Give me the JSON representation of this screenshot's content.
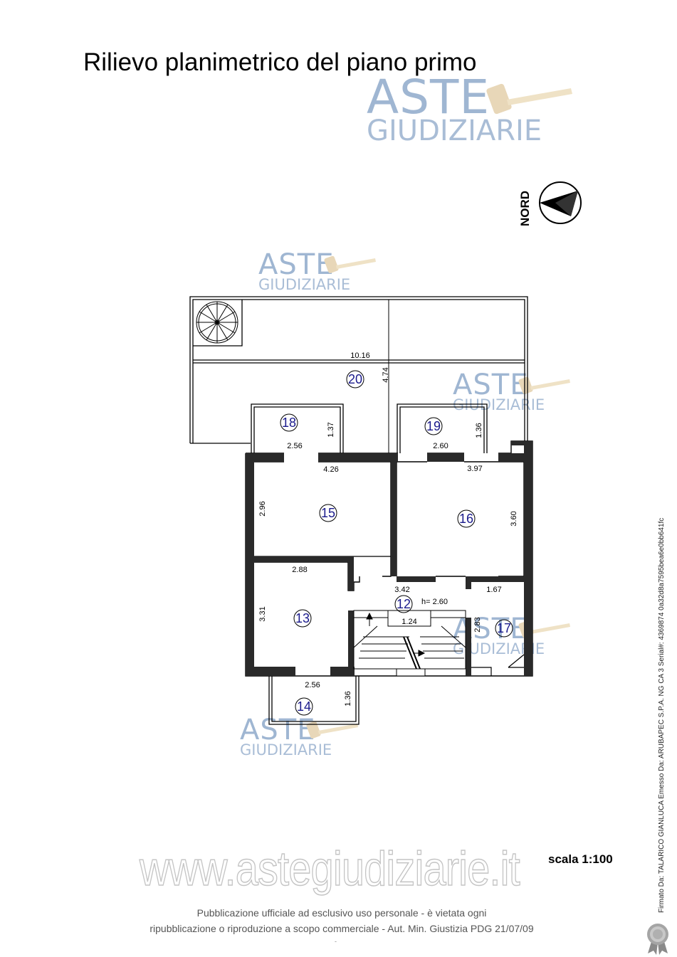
{
  "title": "Rilievo planimetrico del piano primo",
  "watermark": {
    "line1": "ASTE",
    "line2": "GIUDIZIARIE"
  },
  "north": {
    "label": "NORD",
    "icon": "north-arrow-icon"
  },
  "rooms": [
    "20",
    "18",
    "19",
    "15",
    "16",
    "13",
    "12",
    "17",
    "14"
  ],
  "dimensions": {
    "d20_w": "10.16",
    "d20_h": "4.74",
    "d18_w": "2.56",
    "d18_h": "1.37",
    "d19_w": "2.60",
    "d19_h": "1.36",
    "d15_w": "4.26",
    "d15_h": "2.96",
    "d16_w": "3.97",
    "d16_h": "3.60",
    "d13_w": "2.88",
    "d13_h": "3.31",
    "d12_w": "3.42",
    "d12_h": "h= 2.60",
    "d12_stair": "1.24",
    "d17_w": "1.67",
    "d17_h": "2.83",
    "d14_w": "2.56",
    "d14_h": "1.36"
  },
  "website": "www.astegiudiziarie.it",
  "scale": "scala 1:100",
  "publication": {
    "line1": "Pubblicazione ufficiale ad esclusivo uso personale - è vietata ogni",
    "line2": "ripubblicazione o riproduzione a scopo commerciale - Aut. Min. Giustizia PDG 21/07/09"
  },
  "signature": "Firmato Da: TALARICO GIANLUCA Emesso Da: ARUBAPEC S.P.A. NG CA 3 Serial#: 4369874 0a32d8a7595bea6e0bb641fc",
  "footer_mark": "-",
  "colors": {
    "room_number": "#1a1a8c",
    "watermark": "#9fb6d2",
    "wall": "#000000"
  }
}
